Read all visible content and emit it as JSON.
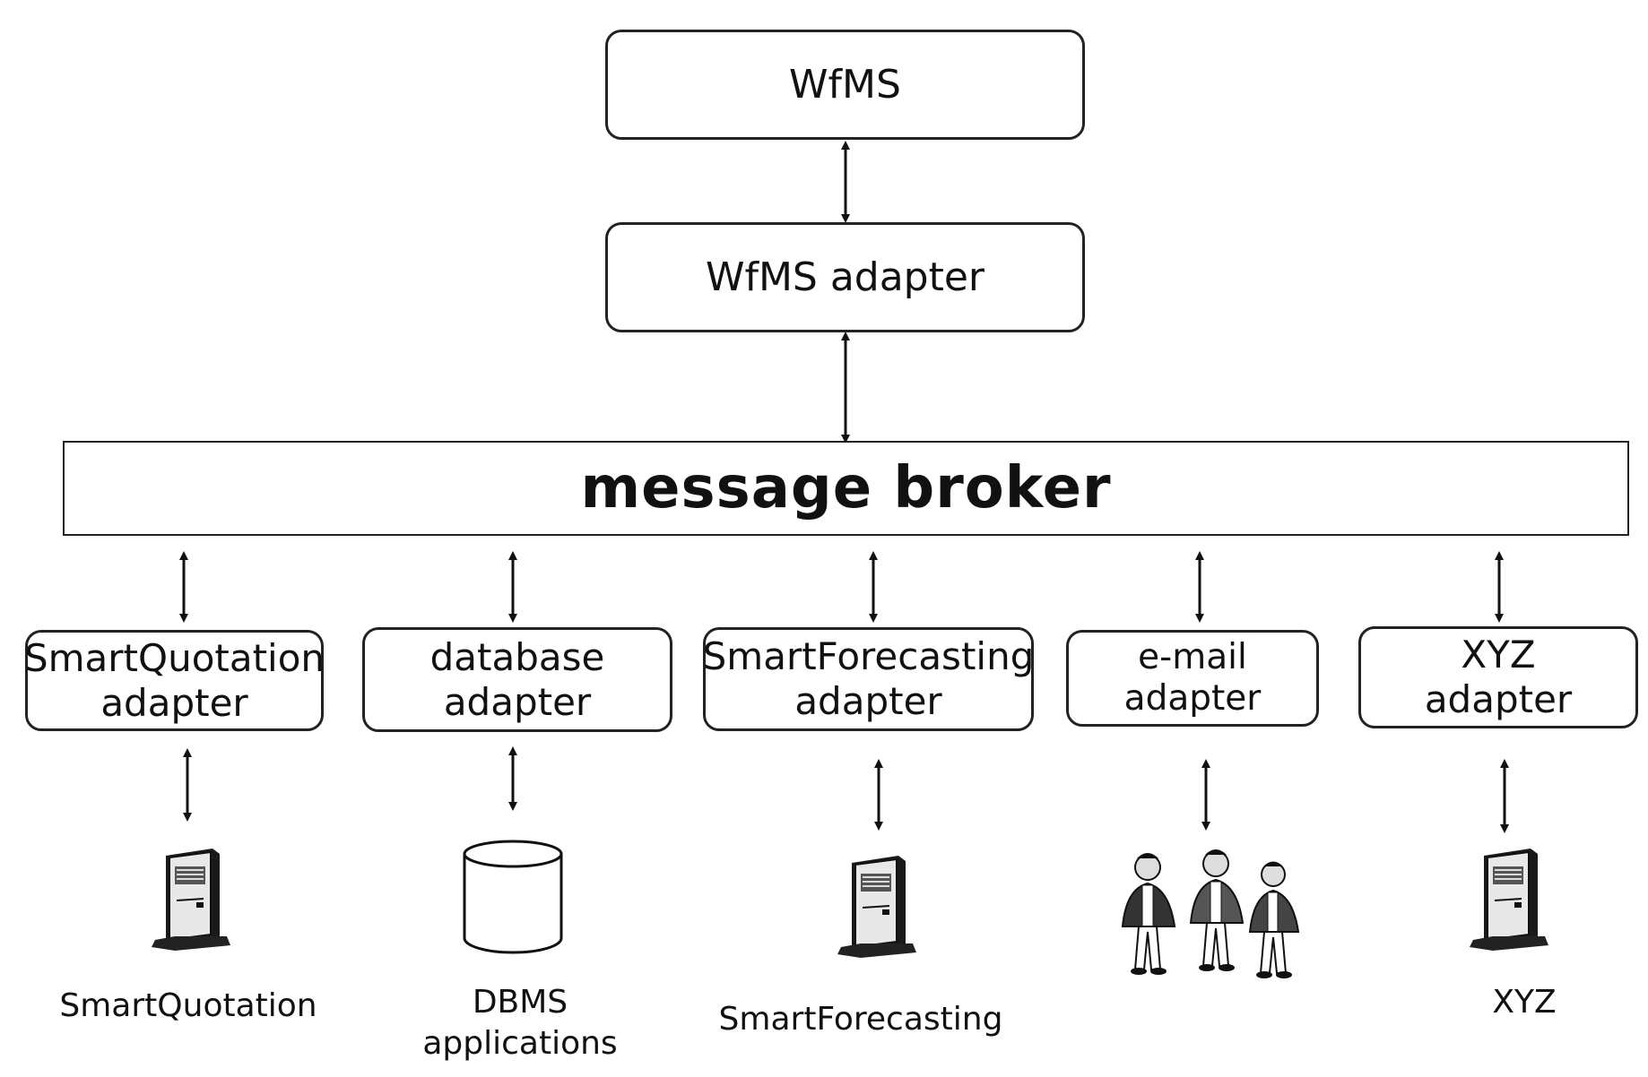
{
  "wfms": {
    "label": "WfMS"
  },
  "wfms_adapter": {
    "label": "WfMS adapter"
  },
  "message_broker": {
    "label": "message broker"
  },
  "adapters": [
    {
      "line1": "SmartQuotation",
      "line2": "adapter"
    },
    {
      "line1": "database",
      "line2": "adapter"
    },
    {
      "line1": "SmartForecasting",
      "line2": "adapter"
    },
    {
      "line1": "e-mail",
      "line2": "adapter"
    },
    {
      "line1": "XYZ",
      "line2": "adapter"
    }
  ],
  "systems": [
    {
      "icon": "server-icon",
      "line1": "SmartQuotation"
    },
    {
      "icon": "database-icon",
      "line1": "DBMS",
      "line2": "applications"
    },
    {
      "icon": "server-icon",
      "line1": "SmartForecasting"
    },
    {
      "icon": "people-icon"
    },
    {
      "icon": "server-icon",
      "line1": "XYZ"
    }
  ]
}
